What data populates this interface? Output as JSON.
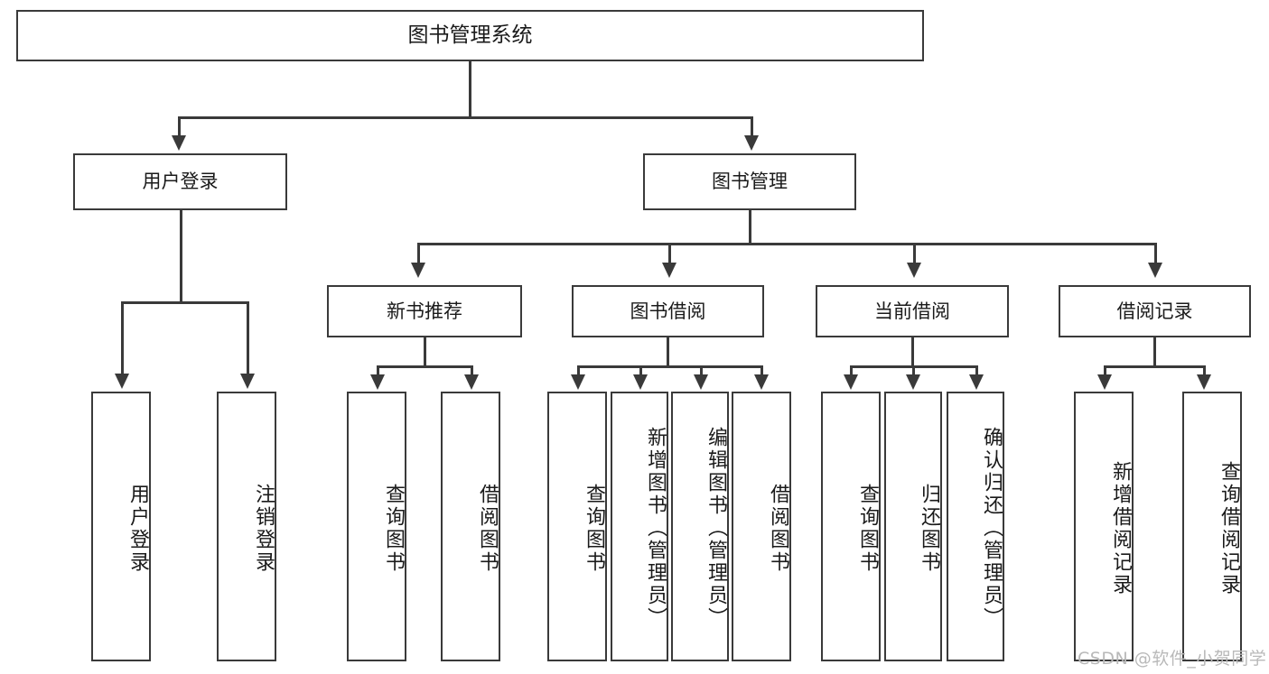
{
  "diagram": {
    "type": "tree-hierarchy",
    "title": "图书管理系统",
    "root": {
      "label": "图书管理系统"
    },
    "level2": [
      {
        "id": "user-login",
        "label": "用户登录"
      },
      {
        "id": "book-manage",
        "label": "图书管理"
      }
    ],
    "level3": [
      {
        "id": "new-book-recommend",
        "label": "新书推荐",
        "parent": "book-manage"
      },
      {
        "id": "book-borrow",
        "label": "图书借阅",
        "parent": "book-manage"
      },
      {
        "id": "current-borrow",
        "label": "当前借阅",
        "parent": "book-manage"
      },
      {
        "id": "borrow-record",
        "label": "借阅记录",
        "parent": "book-manage"
      }
    ],
    "leaves": {
      "user_login": [
        {
          "id": "leaf-user-login",
          "label": "用户登录"
        },
        {
          "id": "leaf-logout-login",
          "label": "注销登录"
        }
      ],
      "new_book_recommend": [
        {
          "id": "leaf-query-book-1",
          "label": "查询图书"
        },
        {
          "id": "leaf-borrow-book-1",
          "label": "借阅图书"
        }
      ],
      "book_borrow": [
        {
          "id": "leaf-query-book-2",
          "label": "查询图书"
        },
        {
          "id": "leaf-add-book",
          "label": "新增图书（管理员）"
        },
        {
          "id": "leaf-edit-book",
          "label": "编辑图书（管理员）"
        },
        {
          "id": "leaf-borrow-book-2",
          "label": "借阅图书"
        }
      ],
      "current_borrow": [
        {
          "id": "leaf-query-book-3",
          "label": "查询图书"
        },
        {
          "id": "leaf-return-book",
          "label": "归还图书"
        },
        {
          "id": "leaf-confirm-return",
          "label": "确认归还（管理员）"
        }
      ],
      "borrow_record": [
        {
          "id": "leaf-add-record",
          "label": "新增借阅记录"
        },
        {
          "id": "leaf-query-record",
          "label": "查询借阅记录"
        }
      ]
    }
  },
  "watermark": {
    "text": "CSDN @软件_小贺同学"
  },
  "colors": {
    "stroke": "#3a3a3a",
    "text": "#1a1a1a",
    "background": "#ffffff",
    "watermark": "#b9b9b9"
  }
}
